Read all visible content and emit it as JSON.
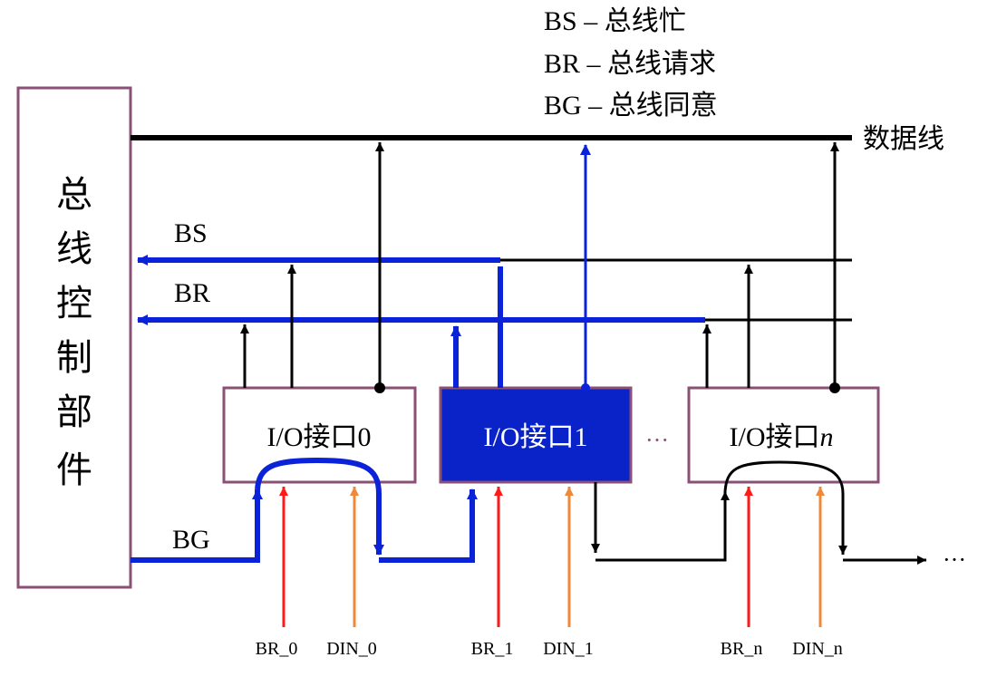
{
  "legend": {
    "bs": "BS  – 总线忙",
    "br": "BR – 总线请求",
    "bg": "BG – 总线同意"
  },
  "data_line_label": "数据线",
  "controller_label": [
    "总",
    "线",
    "控",
    "制",
    "部",
    "件"
  ],
  "signal_labels": {
    "bs": "BS",
    "br": "BR",
    "bg": "BG"
  },
  "io_boxes": {
    "box0": "I/O接口0",
    "box1": "I/O接口1",
    "boxn_prefix": "I/O接口",
    "boxn_suffix": "n"
  },
  "ellipsis_between": "···",
  "ellipsis_end": "···",
  "inputs": {
    "br0": "BR_0",
    "din0": "DIN_0",
    "br1": "BR_1",
    "din1": "DIN_1",
    "brn": "BR_n",
    "dinn": "DIN_n"
  },
  "colors": {
    "blue": "#0a23d9",
    "black": "#000000",
    "red": "#ff1a1a",
    "orange": "#f0883a",
    "box_border": "#8a5075",
    "box1_fill": "#0a23c8"
  }
}
